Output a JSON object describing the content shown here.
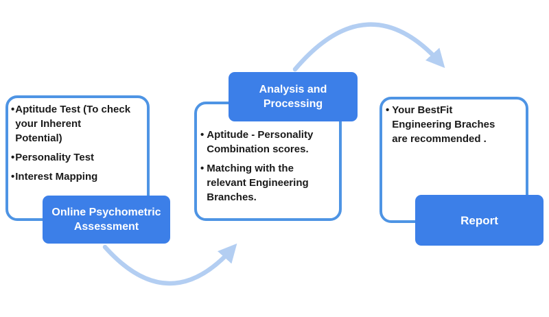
{
  "diagram": {
    "type": "process-flow",
    "bullet_char": "•",
    "colors": {
      "label_fill": "#3C7FE8",
      "label_text": "#ffffff",
      "box_border": "#4E94E4",
      "body_text": "#1a1a1a",
      "arrow": "#B3CEF2",
      "background": "#ffffff"
    },
    "steps": [
      {
        "label": "Online Psychometric\nAssessment",
        "items": [
          "Aptitude Test (To check\nyour Inherent\nPotential)",
          "Personality Test",
          "Interest Mapping"
        ]
      },
      {
        "label": "Analysis and\nProcessing",
        "items": [
          "Aptitude - Personality\nCombination scores.",
          "Matching with the\nrelevant Engineering\nBranches."
        ]
      },
      {
        "label": "Report",
        "items": [
          "Your BestFit\nEngineering Braches\nare recommended ."
        ]
      }
    ],
    "arrows": [
      {
        "name": "arrow-step1-to-step2",
        "direction": "left-to-middle, curving below"
      },
      {
        "name": "arrow-step2-to-step3",
        "direction": "middle-to-right, curving above"
      }
    ]
  }
}
